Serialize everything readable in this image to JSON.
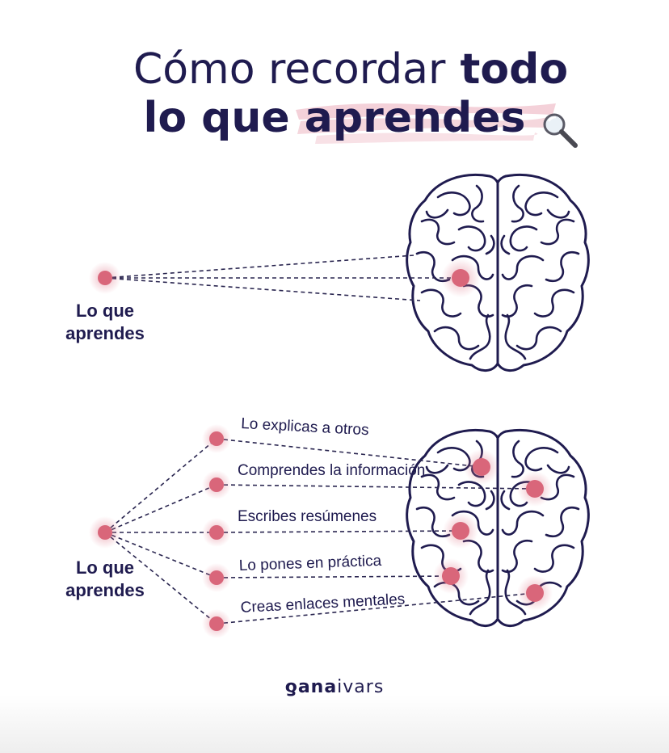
{
  "title": {
    "line1_light": "Cómo recordar",
    "line1_bold": "todo",
    "line2_bold": "lo que aprendes"
  },
  "icons": {
    "title_icon": "magnifier-icon",
    "brain_icon": "brain-icon"
  },
  "diagram1": {
    "source_label_line1": "Lo que",
    "source_label_line2": "aprendes"
  },
  "diagram2": {
    "source_label_line1": "Lo que",
    "source_label_line2": "aprendes",
    "nodes": [
      "Lo explicas a otros",
      "Comprendes la información",
      "Escribes resúmenes",
      "Lo pones en práctica",
      "Creas enlaces mentales"
    ]
  },
  "logo": {
    "part1": "ana",
    "part2": "ivars"
  },
  "colors": {
    "ink": "#1f1b4f",
    "dot": "#d9667a",
    "brush": "#f2c9d2"
  }
}
